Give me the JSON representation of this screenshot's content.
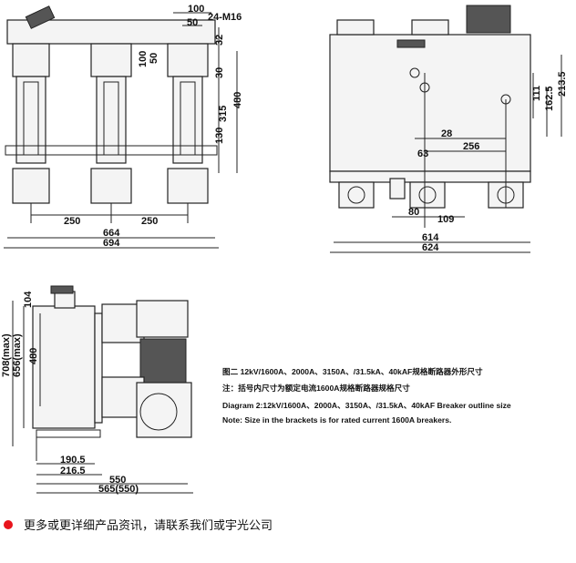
{
  "colors": {
    "bullet": "#e8141c",
    "line": "#222222"
  },
  "front_view": {
    "dims_top": [
      "100",
      "50",
      "24-M16"
    ],
    "dims_right": [
      "32",
      "100",
      "50",
      "30",
      "315",
      "480",
      "130"
    ],
    "dims_bottom": [
      "250",
      "250",
      "664",
      "694"
    ]
  },
  "rear_view": {
    "dims_right": [
      "111",
      "162.5",
      "213.5"
    ],
    "dims_inner": [
      "28",
      "256",
      "63"
    ],
    "dims_bottom": [
      "80",
      "109",
      "614",
      "624"
    ]
  },
  "side_view": {
    "dims_left": [
      "104",
      "708(max)",
      "656(max)",
      "480"
    ],
    "dims_bottom": [
      "190.5",
      "216.5",
      "550",
      "565(550)"
    ]
  },
  "caption": {
    "line1": "图二 12kV/1600A、2000A、3150A、/31.5kA、40kAF规格断路器外形尺寸",
    "line2": "注：括号内尺寸为额定电流1600A规格断路器规格尺寸",
    "line3": "Diagram 2:12kV/1600A、2000A、3150A、/31.5kA、40kAF Breaker outline size",
    "line4": "Note: Size in the brackets is for rated current 1600A breakers."
  },
  "contact_text": "更多或更详细产品资讯，请联系我们或宇光公司"
}
